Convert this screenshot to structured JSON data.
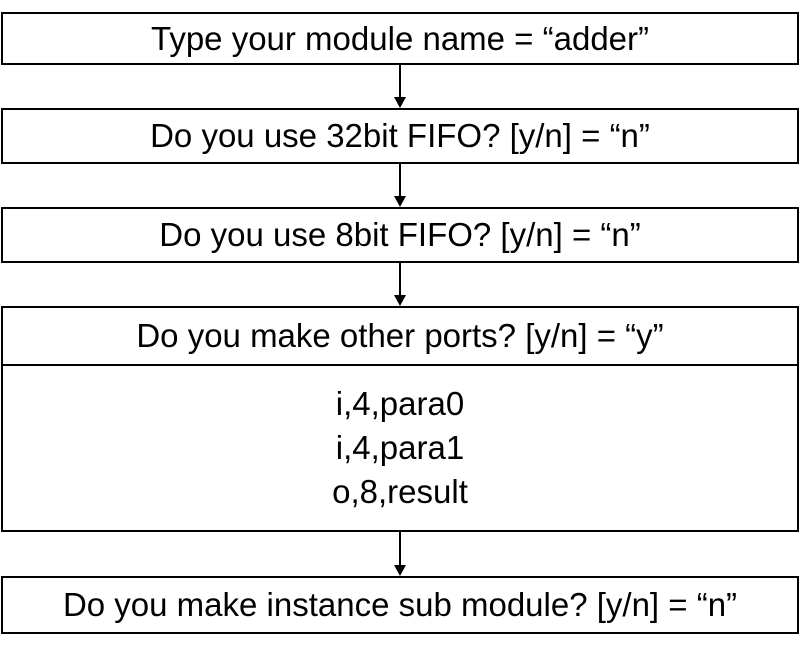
{
  "steps": {
    "module_name": "Type your module name = “adder”",
    "fifo32": "Do you use 32bit FIFO? [y/n] = “n”",
    "fifo8": "Do you use 8bit FIFO? [y/n] = “n”",
    "other_ports": "Do you make other ports? [y/n] = “y”",
    "ports": [
      "i,4,para0",
      "i,4,para1",
      "o,8,result"
    ],
    "instance_sub_module": "Do you make instance sub module? [y/n] = “n”"
  }
}
